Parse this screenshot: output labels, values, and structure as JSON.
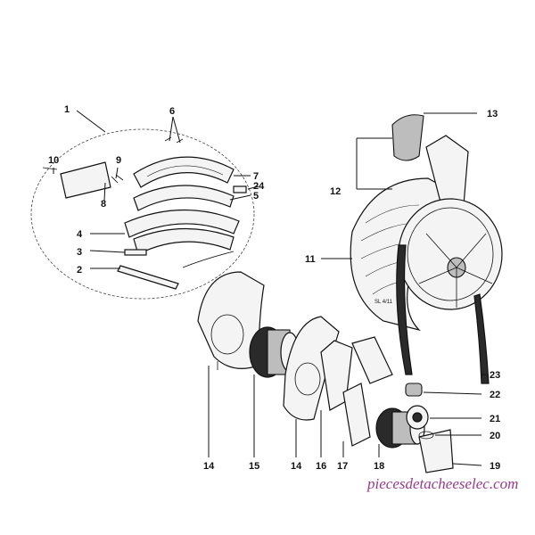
{
  "figure": {
    "serial_mark": "SL 4/11",
    "watermark": "piecesdetacheeselec.com",
    "watermark_color": "#9a3a8c"
  },
  "callouts": [
    "1",
    "2",
    "3",
    "4",
    "5",
    "6",
    "7",
    "8",
    "9",
    "10",
    "11",
    "12",
    "13",
    "14",
    "14",
    "15",
    "16",
    "17",
    "18",
    "19",
    "20",
    "21",
    "22",
    "23",
    "24"
  ]
}
